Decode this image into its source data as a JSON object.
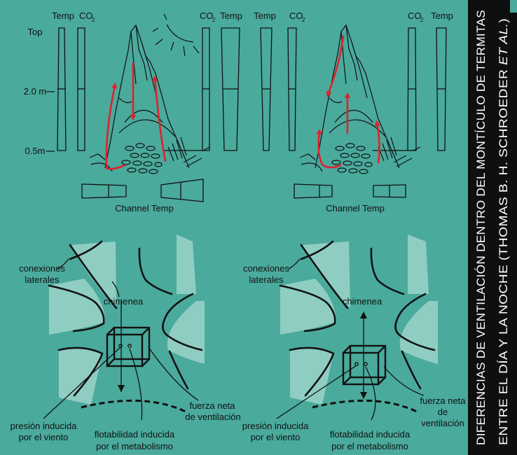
{
  "mound_labels": {
    "temp": "Temp",
    "co2": "CO",
    "co2_sub": "2",
    "top": "Top",
    "height_2m": "2.0 m",
    "height_05m": "0.5m",
    "channel_temp": "Channel Temp"
  },
  "diagram_labels": {
    "conexiones": "conexiones",
    "laterales": "laterales",
    "chimenea": "chimenea",
    "fuerza_neta": "fuerza neta",
    "de": "de",
    "de_ventilacion": "de ventilación",
    "ventilacion": "ventilación",
    "presion": "presión inducida",
    "por_viento": "por el viento",
    "flotabilidad": "flotabilidad inducida",
    "por_metabolismo": "por el metabolismo"
  },
  "side_title": {
    "line1": "DIFERENCIAS DE VENTILACIÓN DENTRO DEL MONTÍCULO DE TERMITAS",
    "line2_main": "ENTRE EL DÍA Y LA NOCHE (THOMAS B. H. SCHROEDER ",
    "line2_italic": "ET AL."
  },
  "colors": {
    "background": "#4aaa9c",
    "side_band": "#0f0f0f",
    "arrow": "#e0222c",
    "light_region": "#8fcdc2"
  }
}
